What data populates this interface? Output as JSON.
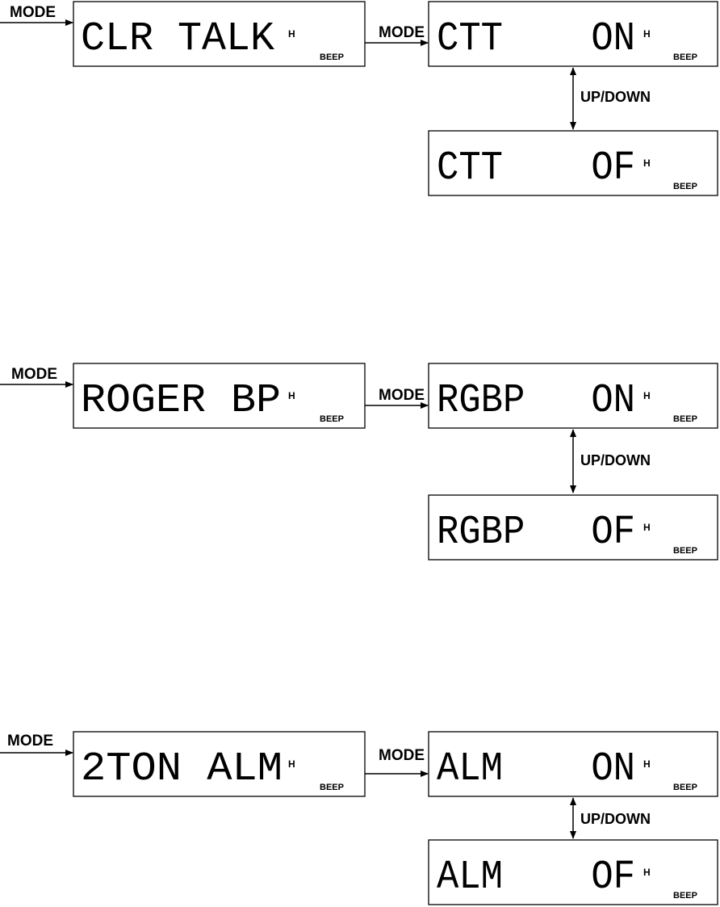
{
  "indicator_h": "H",
  "indicator_beep": "BEEP",
  "mode_label": "MODE",
  "updown_label": "UP/DOWN",
  "groups": [
    {
      "main_display": "CLR TALK",
      "on_display": "CTT    ON",
      "off_display": "CTT    OF"
    },
    {
      "main_display": "ROGER BP",
      "on_display": "RGBP   ON",
      "off_display": "RGBP   OF"
    },
    {
      "main_display": "2TON ALM",
      "on_display": "ALM    ON",
      "off_display": "ALM    OF"
    }
  ]
}
